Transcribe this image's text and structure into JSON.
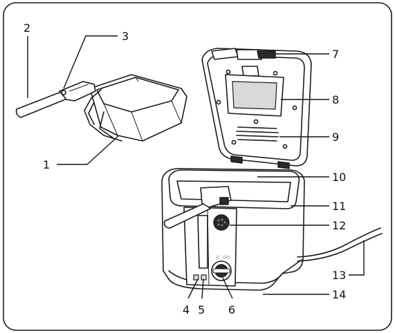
{
  "diagram": {
    "callouts": [
      {
        "id": "basket",
        "label": "1"
      },
      {
        "id": "basket-handle",
        "label": "2"
      },
      {
        "id": "handle-release-button",
        "label": "3"
      },
      {
        "id": "power-light",
        "label": "4"
      },
      {
        "id": "heating-light",
        "label": "5"
      },
      {
        "id": "thermostat-knob",
        "label": "6"
      },
      {
        "id": "lid-release",
        "label": "7"
      },
      {
        "id": "viewing-window",
        "label": "8"
      },
      {
        "id": "filter-vent",
        "label": "9"
      },
      {
        "id": "lid-seal",
        "label": "10"
      },
      {
        "id": "housing",
        "label": "11"
      },
      {
        "id": "lid-open-button",
        "label": "12"
      },
      {
        "id": "power-cord",
        "label": "13"
      },
      {
        "id": "base",
        "label": "14"
      }
    ],
    "knob_marks": [
      "○",
      "○○"
    ]
  }
}
